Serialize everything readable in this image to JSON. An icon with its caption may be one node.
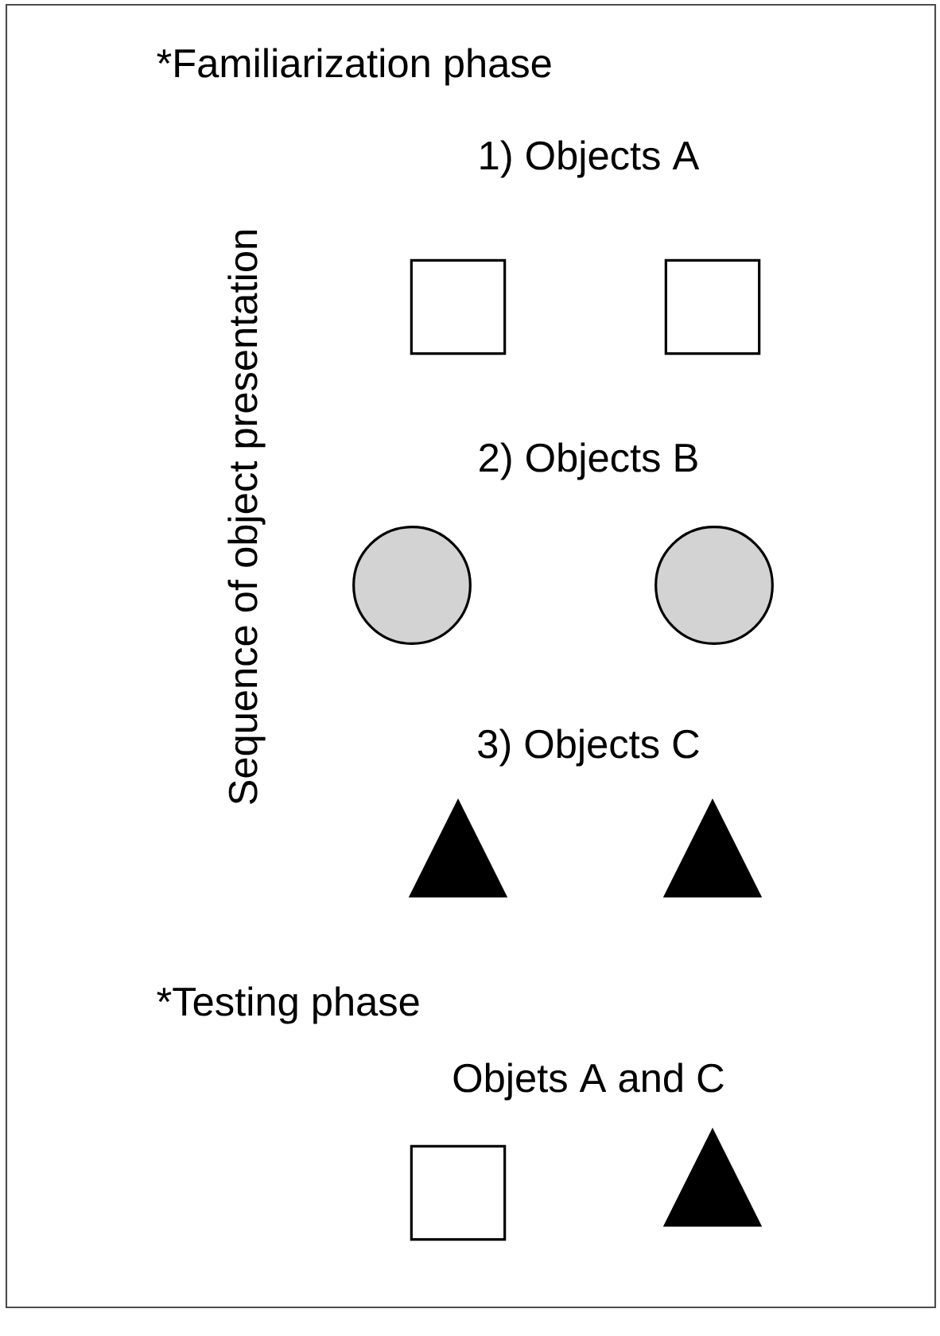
{
  "diagram": {
    "nodes": [
      {
        "text": [],
        "shape": "box"
      },
      {
        "text": [],
        "shape": "box"
      },
      {
        "text": [],
        "shape": "circle"
      },
      {
        "text": [],
        "shape": "circle"
      },
      {
        "text": [],
        "shape": "triangle"
      },
      {
        "text": [],
        "shape": "triangle"
      },
      {
        "text": [],
        "shape": "box"
      },
      {
        "text": [],
        "shape": "triangle"
      }
    ],
    "labels": [
      "*Familiarization phase",
      "Sequence of object presentation",
      "1) Objects A",
      "2) Objects B",
      "3) Objects C",
      "*Testing phase",
      "Objets A and C"
    ]
  }
}
